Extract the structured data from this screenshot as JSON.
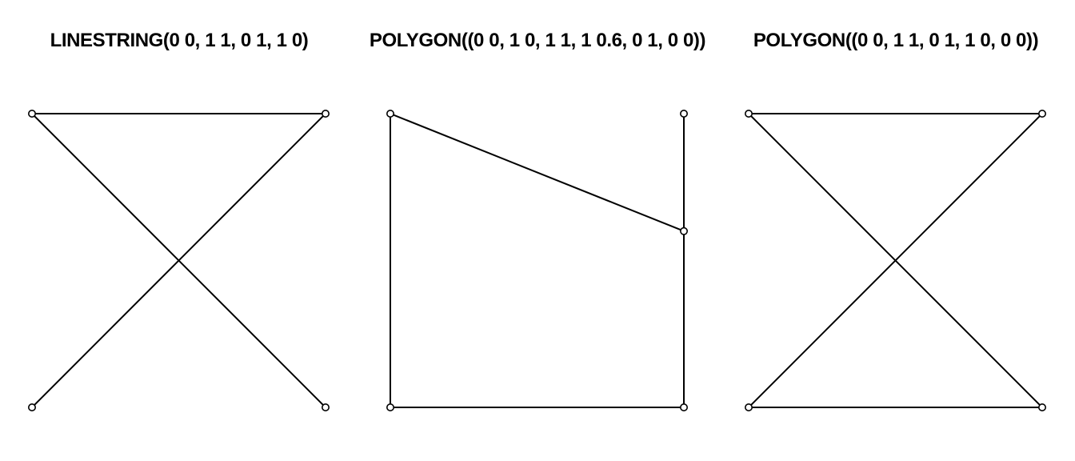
{
  "panels": [
    {
      "title": "LINESTRING(0 0, 1 1, 0 1, 1 0)",
      "geometry_type": "LINESTRING",
      "closed": false,
      "coordinates": [
        [
          0,
          0
        ],
        [
          1,
          1
        ],
        [
          0,
          1
        ],
        [
          1,
          0
        ]
      ]
    },
    {
      "title": "POLYGON((0 0, 1 0, 1 1, 1 0.6, 0 1, 0 0))",
      "geometry_type": "POLYGON",
      "closed": true,
      "coordinates": [
        [
          0,
          0
        ],
        [
          1,
          0
        ],
        [
          1,
          1
        ],
        [
          1,
          0.6
        ],
        [
          0,
          1
        ],
        [
          0,
          0
        ]
      ]
    },
    {
      "title": "POLYGON((0 0, 1 1, 0 1, 1 0, 0 0))",
      "geometry_type": "POLYGON",
      "closed": true,
      "coordinates": [
        [
          0,
          0
        ],
        [
          1,
          1
        ],
        [
          0,
          1
        ],
        [
          1,
          0
        ],
        [
          0,
          0
        ]
      ]
    }
  ],
  "colors": {
    "stroke": "#000000",
    "vertex_fill": "#ffffff",
    "background": "#ffffff"
  }
}
